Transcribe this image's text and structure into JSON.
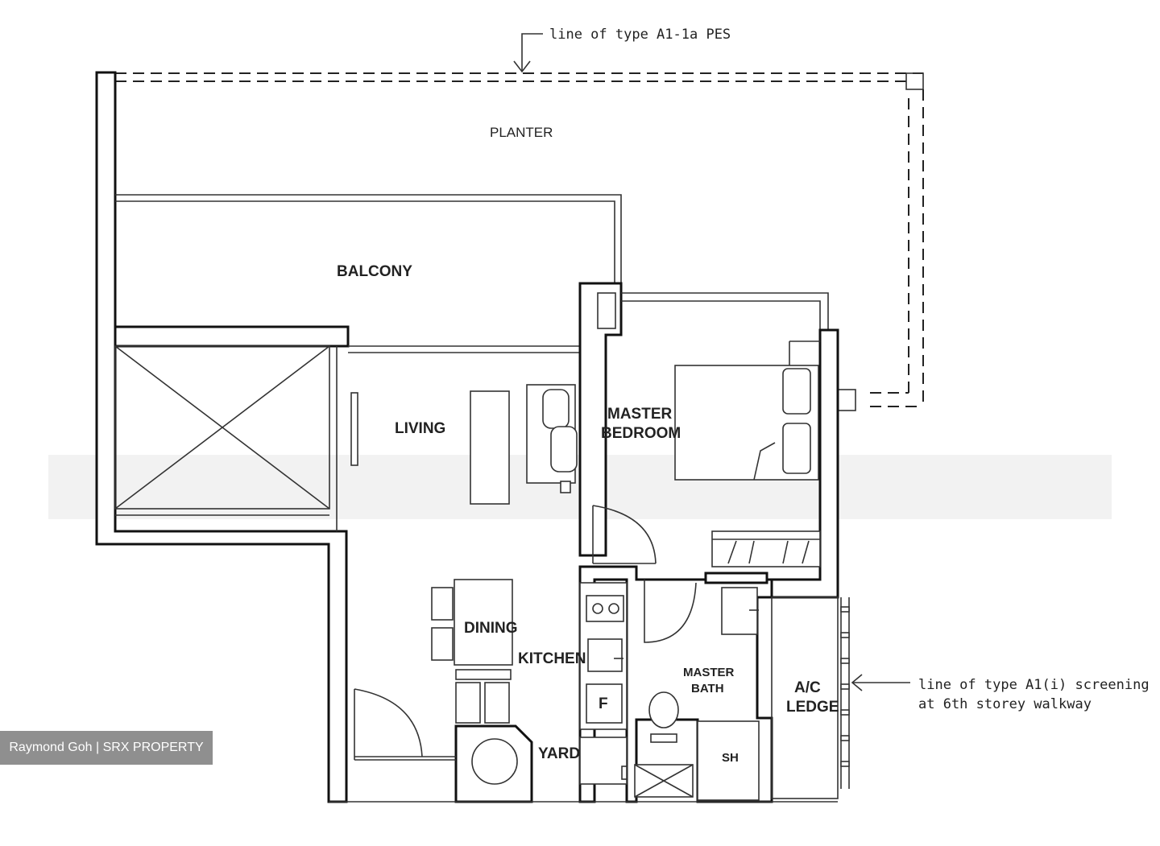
{
  "rooms": {
    "planter": "PLANTER",
    "balcony": "BALCONY",
    "living": "LIVING",
    "master_bedroom_line1": "MASTER",
    "master_bedroom_line2": "BEDROOM",
    "dining": "DINING",
    "kitchen": "KITCHEN",
    "master_bath_line1": "MASTER",
    "master_bath_line2": "BATH",
    "ac_ledge_line1": "A/C",
    "ac_ledge_line2": "LEDGE",
    "yard": "YARD",
    "fridge": "F",
    "shower": "SH"
  },
  "notes": {
    "pes_line": "line of type A1-1a PES",
    "screening_line1": "line of type A1(i) screening",
    "screening_line2": "at 6th storey walkway"
  },
  "watermark": "Raymond Goh | SRX PROPERTY"
}
